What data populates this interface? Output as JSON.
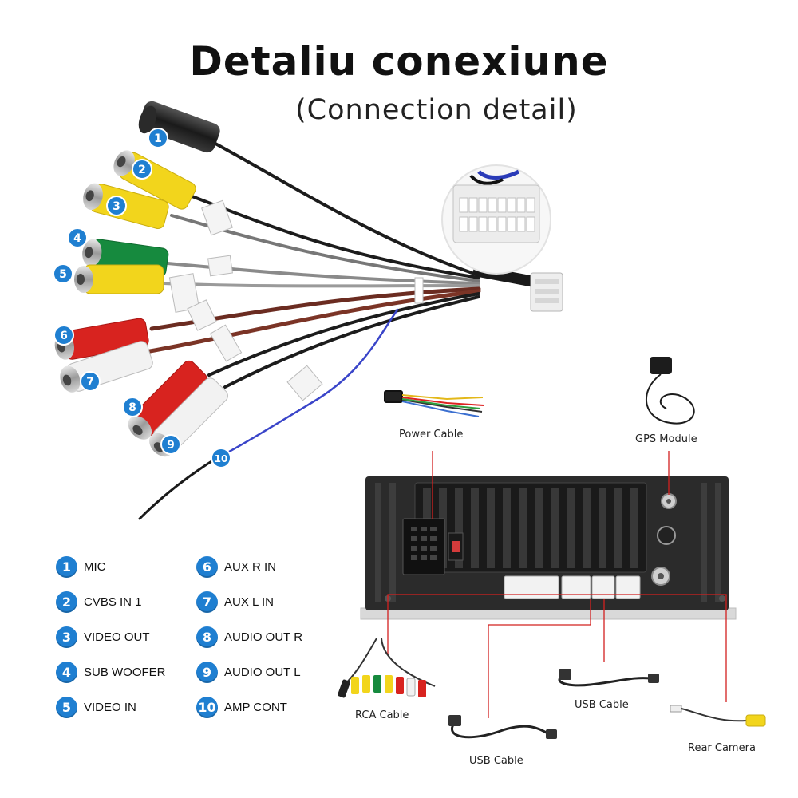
{
  "title": "Detaliu conexiune",
  "subtitle": "(Connection detail)",
  "harness_numbers": [
    "1",
    "2",
    "3",
    "4",
    "5",
    "6",
    "7",
    "8",
    "9",
    "10"
  ],
  "legend": [
    {
      "num": "1",
      "label": "MIC"
    },
    {
      "num": "2",
      "label": "CVBS IN 1"
    },
    {
      "num": "3",
      "label": "VIDEO OUT"
    },
    {
      "num": "4",
      "label": "SUB WOOFER"
    },
    {
      "num": "5",
      "label": "VIDEO IN"
    },
    {
      "num": "6",
      "label": "AUX R IN"
    },
    {
      "num": "7",
      "label": "AUX L IN"
    },
    {
      "num": "8",
      "label": "AUDIO OUT R"
    },
    {
      "num": "9",
      "label": "AUDIO OUT L"
    },
    {
      "num": "10",
      "label": "AMP CONT"
    }
  ],
  "components": {
    "power_cable": "Power Cable",
    "gps_module": "GPS Module",
    "rca_cable": "RCA Cable",
    "usb_cable_1": "USB Cable",
    "usb_cable_2": "USB Cable",
    "rear_camera": "Rear Camera"
  },
  "colors": {
    "badge": "#1f7fd1",
    "leader_line": "#d2201f",
    "yellow_plug": "#f2d51c",
    "green_plug": "#168a3e",
    "red_plug": "#d8231f",
    "white_plug": "#f2f2f2",
    "amp_wire": "#3a45c9"
  }
}
